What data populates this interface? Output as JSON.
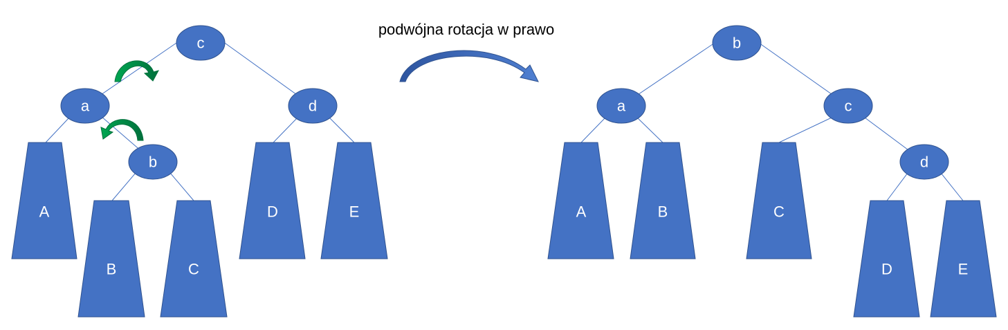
{
  "caption": "podwójna rotacja w prawo",
  "colors": {
    "node_fill": "#4472c4",
    "node_stroke": "#2f528f",
    "edge": "#4472c4",
    "text": "#ffffff",
    "rotation_arrow_green": "#00b050",
    "main_arrow": "#4472c4"
  },
  "before": {
    "nodes": [
      "c",
      "a",
      "d",
      "b"
    ],
    "subtrees": [
      "A",
      "B",
      "C",
      "D",
      "E"
    ]
  },
  "after": {
    "nodes": [
      "b",
      "a",
      "c",
      "d"
    ],
    "subtrees": [
      "A",
      "B",
      "C",
      "D",
      "E"
    ]
  },
  "icons": [
    "curved-arrow-right-icon",
    "rotation-arrow-icon"
  ]
}
